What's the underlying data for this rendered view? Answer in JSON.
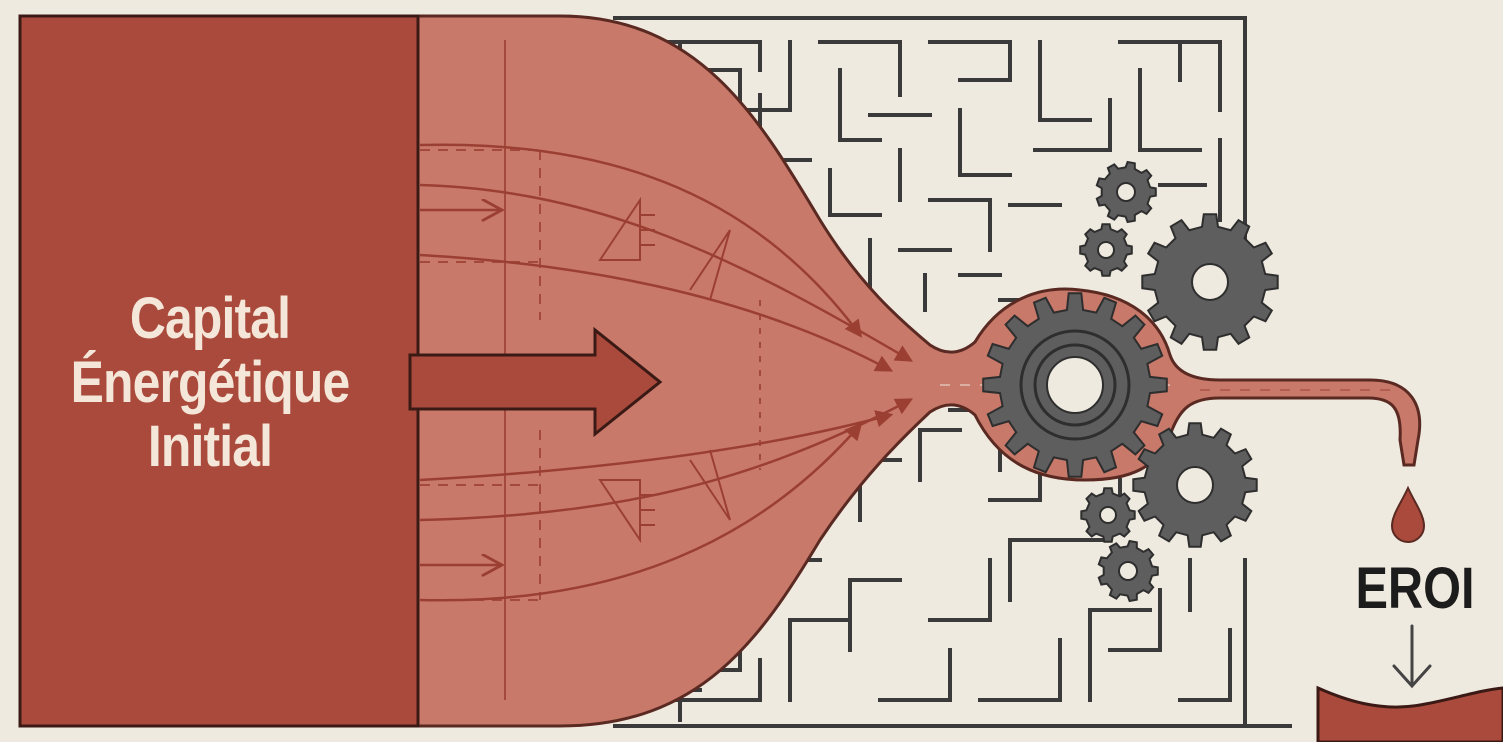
{
  "diagram": {
    "source_label_lines": [
      "Capital",
      "Énergétique",
      "Initial"
    ],
    "output_label": "EROI",
    "icons": [
      "flow-arrow-icon",
      "maze-icon",
      "gear-icon",
      "droplet-icon",
      "down-arrow-icon"
    ]
  },
  "colors": {
    "background": "#efeadf",
    "brick_red": "#a94a3c",
    "flow_fill": "#c8796a",
    "line_red": "#9b3f32",
    "maze_line": "#3a3a3a",
    "gear_grey": "#5e5e5e",
    "text_light": "#f4e6d8",
    "text_dark": "#1c1c1c"
  }
}
